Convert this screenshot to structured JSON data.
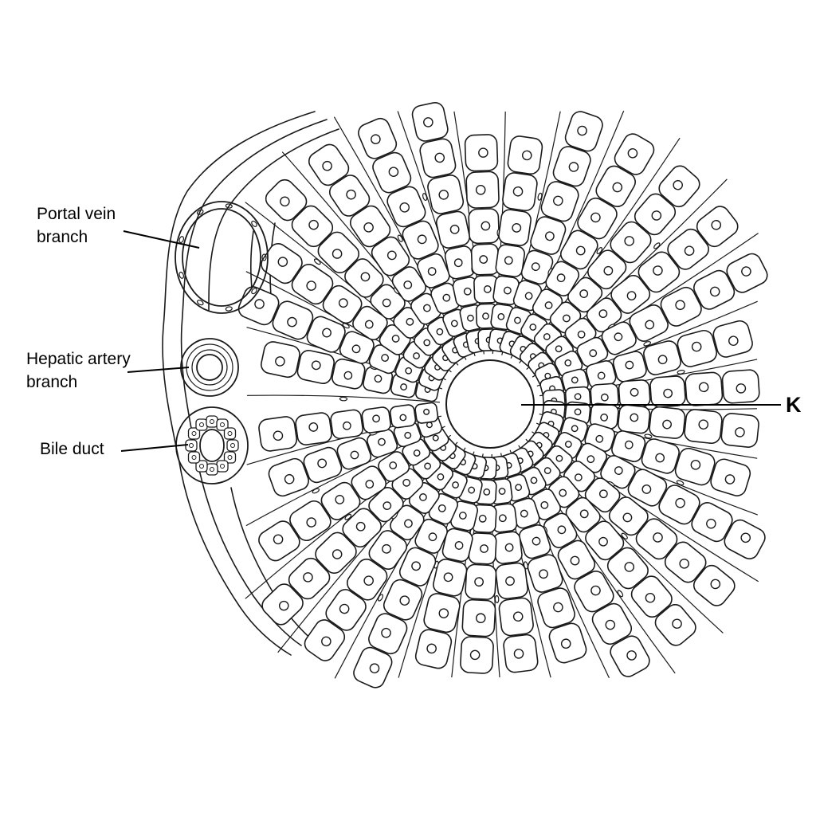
{
  "labels": {
    "portal_vein": {
      "line1": "Portal vein",
      "line2": "branch"
    },
    "hepatic_artery": {
      "line1": "Hepatic artery",
      "line2": "branch"
    },
    "bile_duct": "Bile duct",
    "central": "K"
  },
  "colors": {
    "stroke": "#1a1a1a",
    "background": "#ffffff"
  }
}
